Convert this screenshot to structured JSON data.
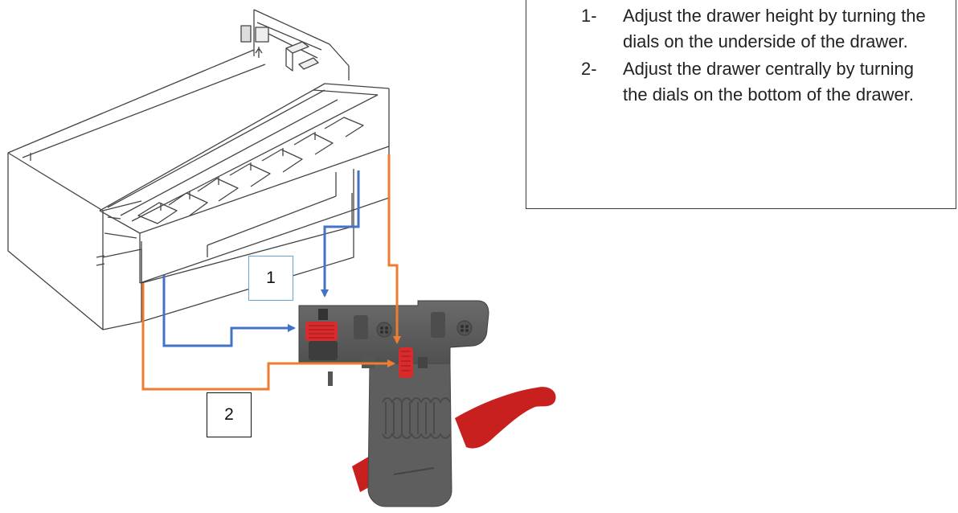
{
  "instructions": [
    {
      "number": "1-",
      "text": "Adjust the drawer height by turning the dials on the underside of the drawer."
    },
    {
      "number": "2-",
      "text": "Adjust the drawer centrally by turning the dials on the bottom of the drawer."
    }
  ],
  "callouts": [
    {
      "label": "1",
      "border_color": "#6aa3d6",
      "arrow_color": "#4472c4",
      "icon": "height-adjust-dial-icon"
    },
    {
      "label": "2",
      "border_color": "#111111",
      "arrow_color": "#ed7d31",
      "icon": "lateral-adjust-dial-icon"
    }
  ],
  "colors": {
    "dial_red": "#d92b2b",
    "clip_gray": "#5e5e5e",
    "lever_red": "#c8201f",
    "outline": "#444444"
  },
  "icons": [
    "drawer-cabinet-icon",
    "drawer-clip-icon",
    "release-lever-icon"
  ]
}
